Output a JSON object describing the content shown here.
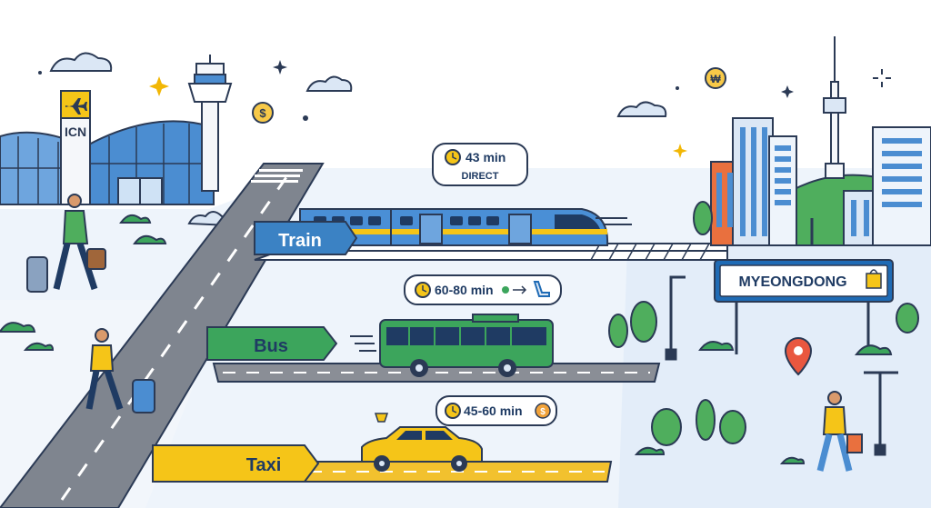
{
  "airport": {
    "code": "ICN"
  },
  "routes": {
    "train": {
      "label": "Train",
      "time": "43 min",
      "note": "DIRECT"
    },
    "bus": {
      "label": "Bus",
      "time": "60-80 min"
    },
    "taxi": {
      "label": "Taxi",
      "time": "45-60 min"
    }
  },
  "destination": {
    "sign": "MYEONGDONG"
  },
  "icons": {
    "airport": "airplane-icon",
    "clock": "clock-icon",
    "seat": "seat-icon",
    "coin": "dollar-coin-icon",
    "won": "won-coin-icon",
    "shopping": "shopping-bag-icon",
    "location": "map-pin-icon"
  },
  "colors": {
    "train_tag": "#3b82c4",
    "bus_tag": "#3ca55c",
    "taxi_tag": "#f5c518",
    "airport_blue": "#3f7fc8",
    "road": "#8a8e96",
    "sky_ground": "#e8f1fb"
  }
}
